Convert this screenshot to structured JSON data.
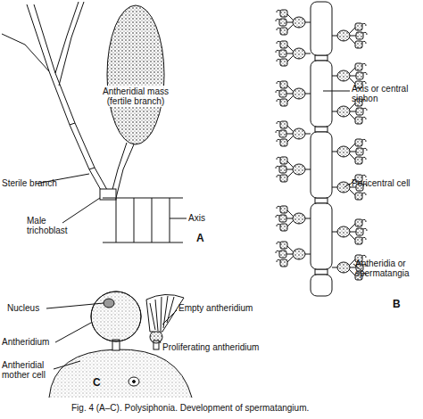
{
  "diagram": {
    "caption": "Fig. 4 (A–C). Polysiphonia. Development of spermatangium.",
    "labels": [
      "Antheridial mass (fertile branch)",
      "Sterile branch",
      "Male trichoblast",
      "Axis",
      "A",
      "Axis or central siphon",
      "Pericentral cell",
      "Antheridia or spermatangia",
      "B",
      "Nucleus",
      "Antheridium",
      "Antheridial mother cell",
      "Empty antheridium",
      "Proliferating antheridium",
      "C"
    ]
  }
}
